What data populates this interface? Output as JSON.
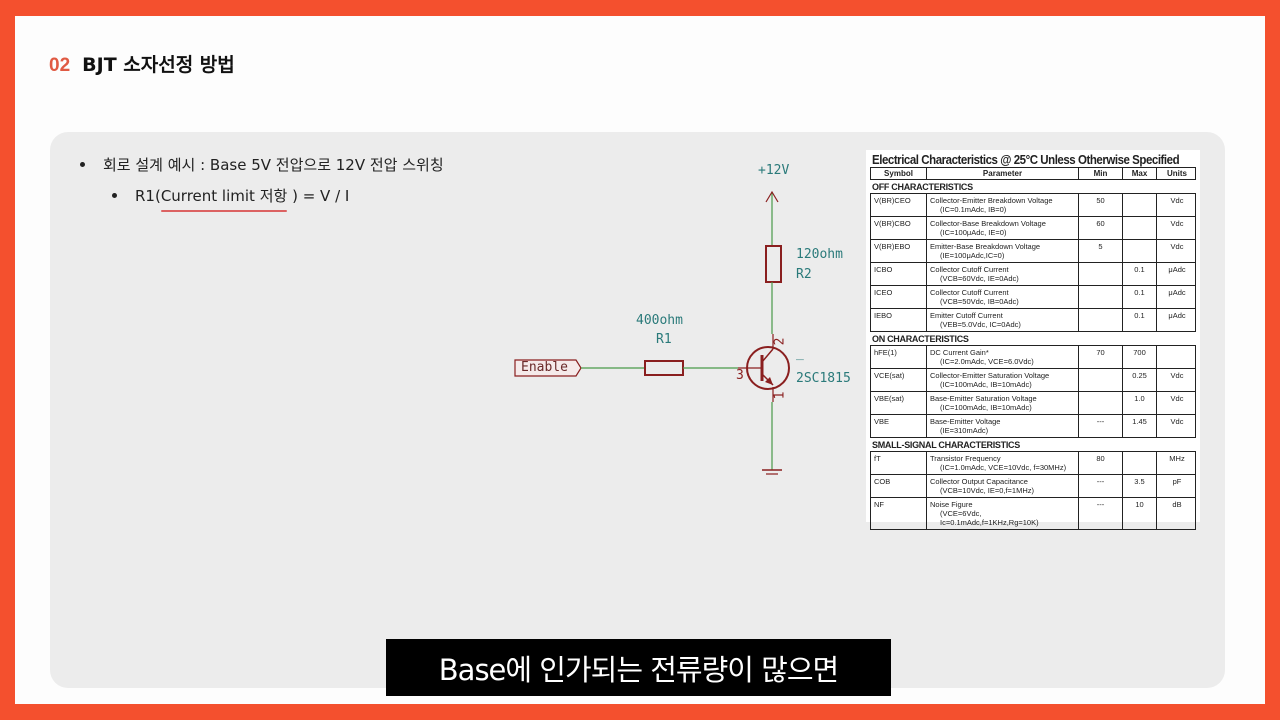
{
  "header": {
    "section_number": "02",
    "title": "BJT 소자선정 방법"
  },
  "bullets": [
    {
      "text": "회로 설계 예시 : Base 5V 전압으로 12V 전압 스위칭"
    },
    {
      "prefix": "R1( ",
      "highlight": "Current limit 저항",
      "suffix": " ) = V / I"
    }
  ],
  "schematic": {
    "supply_label": "+12V",
    "r2": {
      "value": "120ohm",
      "ref": "R2"
    },
    "r1": {
      "value": "400ohm",
      "ref": "R1"
    },
    "input_label": "Enable",
    "transistor": {
      "part": "2SC1815",
      "dash": "_",
      "pin_base": "3",
      "pin_collector": "2",
      "pin_emitter": "1"
    },
    "colors": {
      "wire": "#4a9a4a",
      "component": "#8a1f1f",
      "label": "#2a7a7a"
    }
  },
  "datasheet": {
    "title": "Electrical Characteristics @ 25°C Unless Otherwise Specified",
    "columns": [
      "Symbol",
      "Parameter",
      "Min",
      "Max",
      "Units"
    ],
    "sections": [
      {
        "name": "OFF CHARACTERISTICS",
        "rows": [
          {
            "symbol": "V(BR)CEO",
            "param": "Collector-Emitter Breakdown Voltage",
            "cond": "(IC=0.1mAdc, IB=0)",
            "min": "50",
            "max": "",
            "units": "Vdc"
          },
          {
            "symbol": "V(BR)CBO",
            "param": "Collector-Base Breakdown Voltage",
            "cond": "(IC=100μAdc, IE=0)",
            "min": "60",
            "max": "",
            "units": "Vdc"
          },
          {
            "symbol": "V(BR)EBO",
            "param": "Emitter-Base Breakdown Voltage",
            "cond": "(IE=100μAdc,IC=0)",
            "min": "5",
            "max": "",
            "units": "Vdc"
          },
          {
            "symbol": "ICBO",
            "param": "Collector Cutoff Current",
            "cond": "(VCB=60Vdc, IE=0Adc)",
            "min": "",
            "max": "0.1",
            "units": "μAdc"
          },
          {
            "symbol": "ICEO",
            "param": "Collector Cutoff Current",
            "cond": "(VCB=50Vdc, IB=0Adc)",
            "min": "",
            "max": "0.1",
            "units": "μAdc"
          },
          {
            "symbol": "IEBO",
            "param": "Emitter Cutoff Current",
            "cond": "(VEB=5.0Vdc, IC=0Adc)",
            "min": "",
            "max": "0.1",
            "units": "μAdc"
          }
        ]
      },
      {
        "name": "ON CHARACTERISTICS",
        "rows": [
          {
            "symbol": "hFE(1)",
            "param": "DC Current Gain*",
            "cond": "(IC=2.0mAdc, VCE=6.0Vdc)",
            "min": "70",
            "max": "700",
            "units": ""
          },
          {
            "symbol": "VCE(sat)",
            "param": "Collector-Emitter Saturation Voltage",
            "cond": "(IC=100mAdc, IB=10mAdc)",
            "min": "",
            "max": "0.25",
            "units": "Vdc"
          },
          {
            "symbol": "VBE(sat)",
            "param": "Base-Emitter Saturation Voltage",
            "cond": "(IC=100mAdc, IB=10mAdc)",
            "min": "",
            "max": "1.0",
            "units": "Vdc"
          },
          {
            "symbol": "VBE",
            "param": "Base-Emitter Voltage",
            "cond": "(IE=310mAdc)",
            "min": "---",
            "max": "1.45",
            "units": "Vdc"
          }
        ]
      },
      {
        "name": "SMALL-SIGNAL CHARACTERISTICS",
        "rows": [
          {
            "symbol": "fT",
            "param": "Transistor Frequency",
            "cond": "(IC=1.0mAdc, VCE=10Vdc, f=30MHz)",
            "min": "80",
            "max": "",
            "units": "MHz"
          },
          {
            "symbol": "COB",
            "param": "Collector Output Capacitance",
            "cond": "(VCB=10Vdc, IE=0,f=1MHz)",
            "min": "---",
            "max": "3.5",
            "units": "pF"
          },
          {
            "symbol": "NF",
            "param": "Noise Figure",
            "cond": "(VCE=6Vdc, Ic=0.1mAdc,f=1KHz,Rg=10K)",
            "min": "---",
            "max": "10",
            "units": "dB"
          }
        ]
      }
    ]
  },
  "caption": {
    "text": "Base에 인가되는 전류량이 많으면"
  },
  "colors": {
    "frame": "#f4502e",
    "accent": "#e05a43",
    "panel": "#ececec"
  }
}
